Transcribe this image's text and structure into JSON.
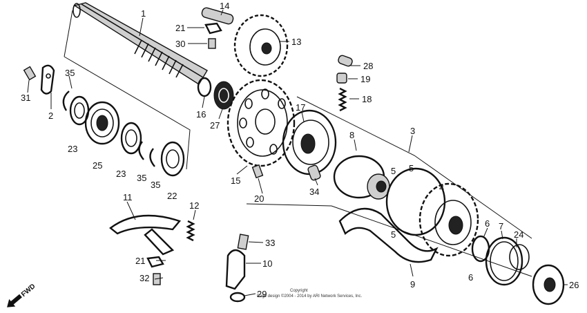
{
  "callouts": {
    "c1": "1",
    "c2": "2",
    "c3": "3",
    "c4": "4",
    "c5a": "5",
    "c5b": "5",
    "c5c": "5",
    "c6a": "6",
    "c6b": "6",
    "c7": "7",
    "c8": "8",
    "c9": "9",
    "c10": "10",
    "c11": "11",
    "c12": "12",
    "c13": "13",
    "c14": "14",
    "c15": "15",
    "c16": "16",
    "c17": "17",
    "c18": "18",
    "c19": "19",
    "c20": "20",
    "c21a": "21",
    "c21b": "21",
    "c22": "22",
    "c23a": "23",
    "c23b": "23",
    "c24": "24",
    "c25": "25",
    "c26": "26",
    "c27": "27",
    "c28": "28",
    "c29": "29",
    "c30": "30",
    "c31": "31",
    "c32": "32",
    "c33": "33",
    "c34": "34",
    "c35a": "35",
    "c35b": "35",
    "c35c": "35"
  },
  "direction_label": "FWD",
  "copyright_line1": "Copyright",
  "copyright_line2": "Page design ©2004 - 2014 by ARI Network Services, Inc."
}
